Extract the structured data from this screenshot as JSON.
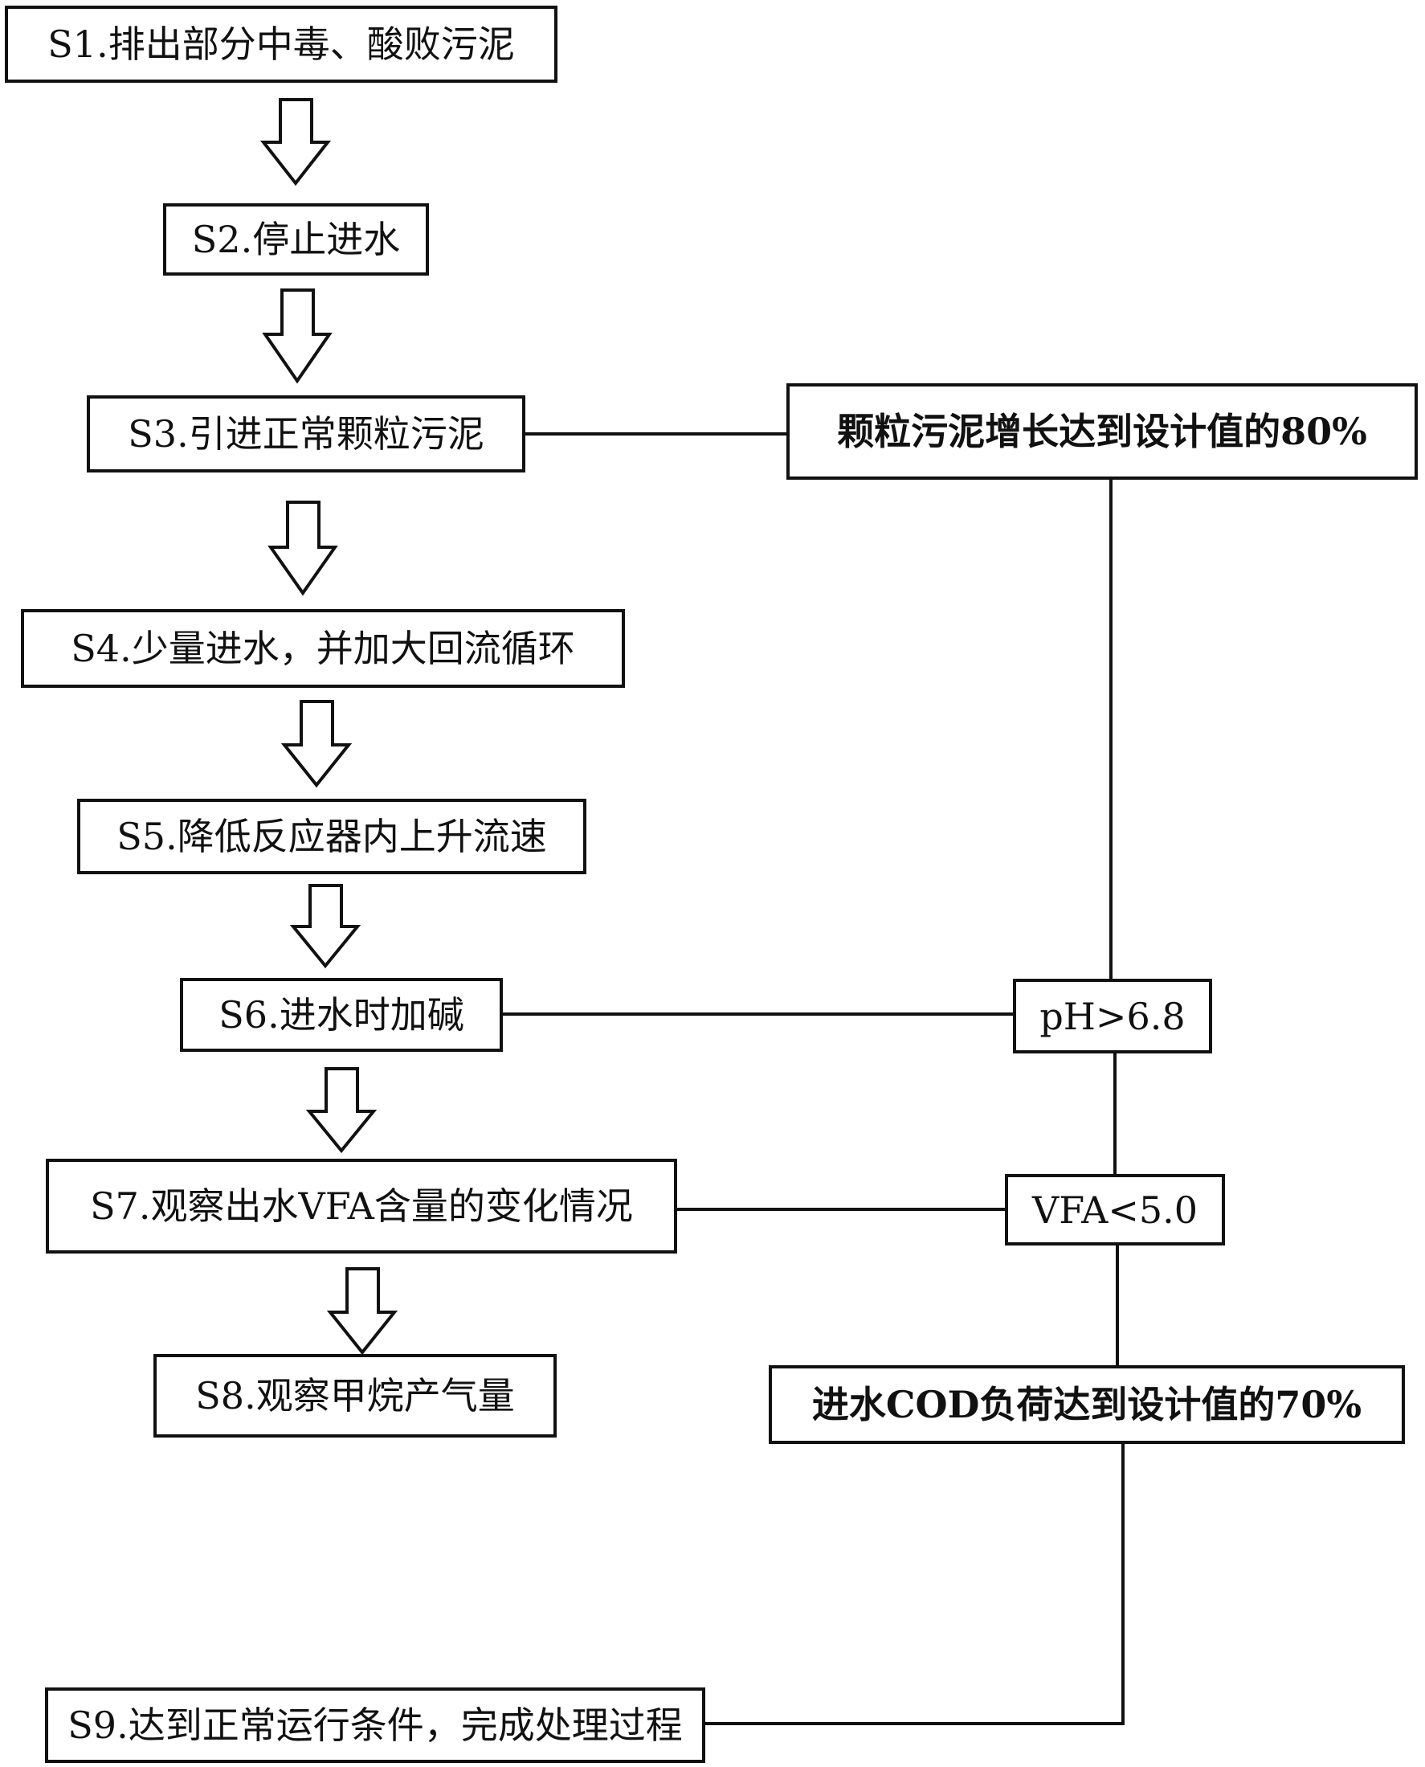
{
  "steps": {
    "s1": "S1.排出部分中毒、酸败污泥",
    "s2": "S2.停止进水",
    "s3": "S3.引进正常颗粒污泥",
    "s4": "S4.少量进水，并加大回流循环",
    "s5": "S5.降低反应器内上升流速",
    "s6": "S6.进水时加碱",
    "s7": "S7.观察出水VFA含量的变化情况",
    "s8": "S8.观察甲烷产气量",
    "s9": "S9.达到正常运行条件，完成处理过程"
  },
  "conditions": {
    "sludge_growth": "颗粒污泥增长达到设计值的80%",
    "ph": "pH>6.8",
    "vfa": "VFA<5.0",
    "cod_load": "进水COD负荷达到设计值的70%"
  },
  "colors": {
    "stroke": "#111111",
    "background": "#ffffff"
  }
}
